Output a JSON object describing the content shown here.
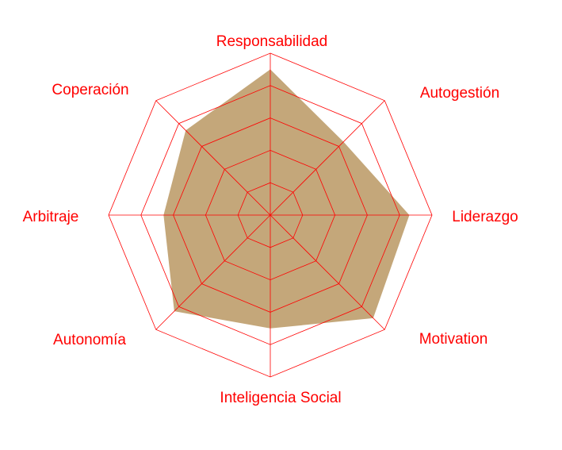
{
  "chart_data": {
    "type": "radar",
    "title": "",
    "categories": [
      "Responsabilidad",
      "Autogestión",
      "Liderazgo",
      "Motivation",
      "Inteligencia Social",
      "Autonomía",
      "Arbitraje",
      "Coperación"
    ],
    "series": [
      {
        "name": "",
        "values": [
          4.5,
          3.2,
          4.3,
          4.5,
          3.5,
          4.2,
          3.3,
          3.7
        ]
      }
    ],
    "rlim": [
      0,
      5
    ],
    "rings": 5,
    "grid": true,
    "legend": "none",
    "colors": {
      "grid": "#ff0000",
      "label": "#ff0000",
      "fill": "#c1a273"
    }
  }
}
